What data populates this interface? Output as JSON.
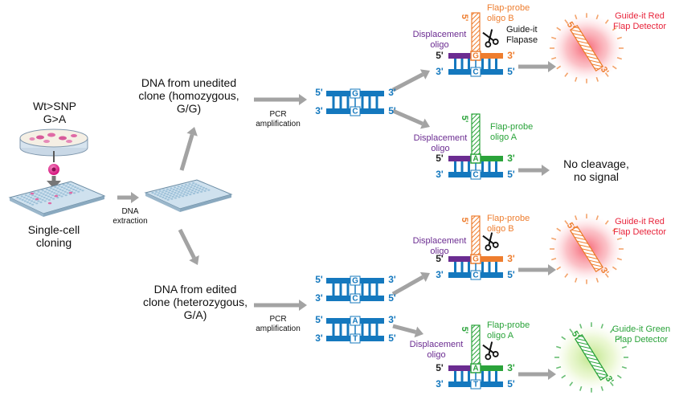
{
  "colors": {
    "dna": "#1478be",
    "arrow": "#a3a3a3",
    "displacement": "#6b2c91",
    "flap_b": "#ee7d2e",
    "flap_a": "#2aa33a",
    "red_signal": "#e8243b",
    "green_signal": "#2aa33a",
    "label_purple": "#6b2c91"
  },
  "left": {
    "mutation": "Wt>SNP\nG>A",
    "cloning": "Single-cell\ncloning",
    "extraction": "DNA\nextraction"
  },
  "branches": {
    "unedited_title": "DNA from unedited\nclone (homozygous,\nG/G)",
    "edited_title": "DNA from edited\nclone (heterozygous,\nG/A)",
    "pcr": "PCR\namplification"
  },
  "labels": {
    "five_prime": "5'",
    "three_prime": "3'",
    "displacement_oligo": "Displacement\noligo",
    "flap_probe_b": "Flap-probe\noligo B",
    "flap_probe_a": "Flap-probe\noligo A",
    "flapase": "Guide-it\nFlapase",
    "no_cleavage": "No cleavage,\nno signal",
    "red_detector": "Guide-it Red\nFlap Detector",
    "green_detector": "Guide-it Green\nFlap Detector"
  },
  "bases": {
    "G": "G",
    "C": "C",
    "A": "A",
    "T": "T"
  }
}
